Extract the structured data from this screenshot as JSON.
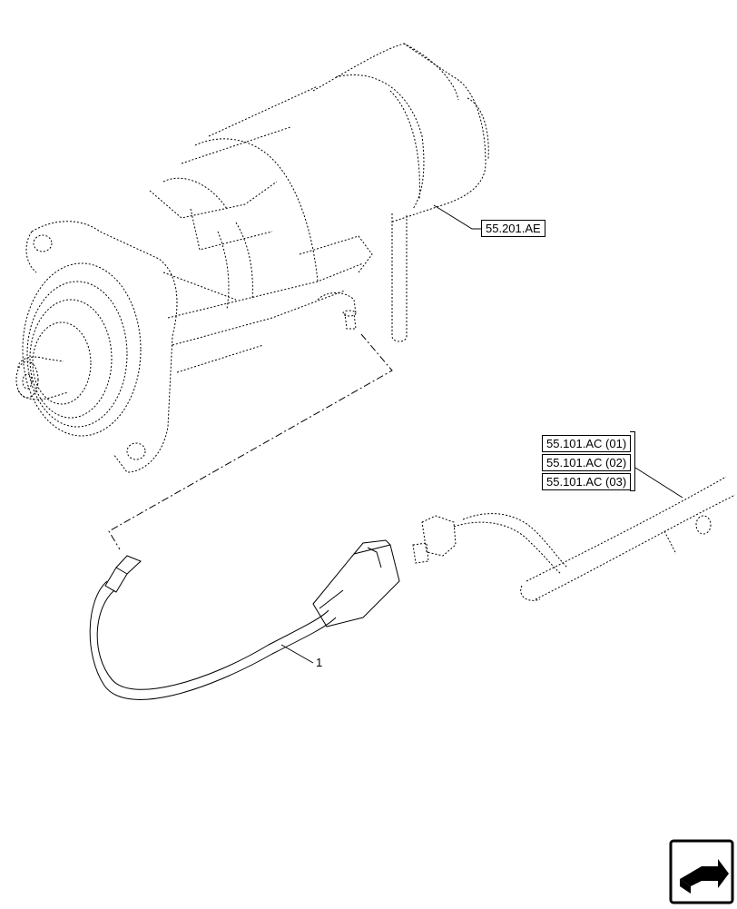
{
  "references": {
    "starter": "55.201.AE",
    "harness": [
      "55.101.AC (01)",
      "55.101.AC (02)",
      "55.101.AC (03)"
    ]
  },
  "callouts": {
    "item_1": "1"
  },
  "icons": {
    "nav": "next-page-arrow-icon"
  }
}
